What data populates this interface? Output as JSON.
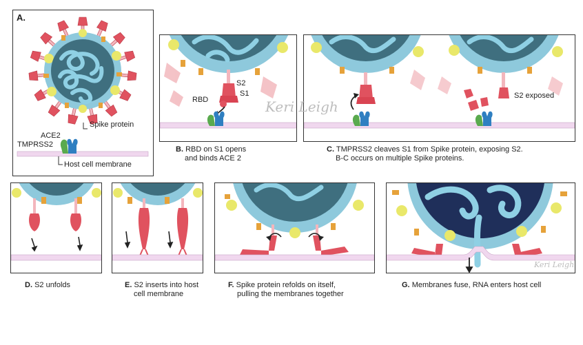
{
  "panels": {
    "a": {
      "letter": "A.",
      "spike_label": "Spike protein",
      "ace2_label": "ACE2",
      "tmprss2_label": "TMPRSS2",
      "membrane_label": "Host cell membrane"
    },
    "b": {
      "s2_label": "S2",
      "s1_label": "S1",
      "rbd_label": "RBD",
      "caption_letter": "B.",
      "caption_line1": "RBD on S1 opens",
      "caption_line2": "and binds ACE 2"
    },
    "c": {
      "s2_exposed_label": "S2 exposed",
      "caption_letter": "C.",
      "caption_line1": "TMPRSS2 cleaves S1 from Spike protein, exposing S2.",
      "caption_line2": "B-C occurs on multiple Spike proteins."
    },
    "d": {
      "caption_letter": "D.",
      "caption_line1": "S2 unfolds"
    },
    "e": {
      "caption_letter": "E.",
      "caption_line1": "S2 inserts into host",
      "caption_line2": "cell membrane"
    },
    "f": {
      "caption_letter": "F.",
      "caption_line1": "Spike protein refolds on itself,",
      "caption_line2": "pulling the membranes together"
    },
    "g": {
      "caption_letter": "G.",
      "caption_line1": "Membranes fuse, RNA enters host cell"
    }
  },
  "watermark": "Keri Leigh",
  "colors": {
    "spike": "#e0525f",
    "envelope": "#8ec9dc",
    "core": "#3f6f7f",
    "rna": "#6fb7cf",
    "membrane": "#f0d7ee",
    "ace2": "#2f7fc1",
    "tmprss2": "#5aaa4e",
    "m_protein": "#e6a23a",
    "e_protein": "#e9e86a"
  }
}
